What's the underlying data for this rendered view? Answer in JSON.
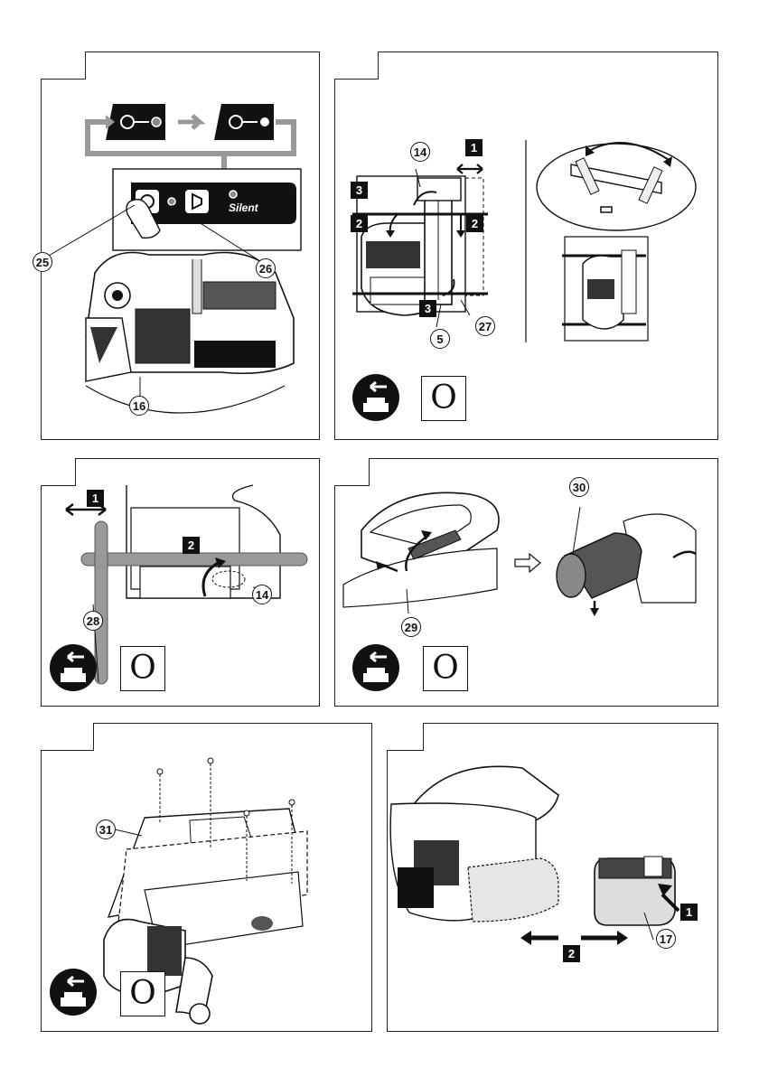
{
  "panels": [
    {
      "id": "light-switch",
      "callouts": [
        "25",
        "26",
        "16"
      ],
      "silent_label": "Silent"
    },
    {
      "id": "blade-adjust",
      "callouts": [
        "14",
        "27",
        "5"
      ],
      "steps": [
        "1",
        "2",
        "3",
        "2",
        "3"
      ],
      "battery_off": "O"
    },
    {
      "id": "guide-bar",
      "callouts": [
        "14",
        "28"
      ],
      "steps": [
        "1",
        "2"
      ],
      "battery_off": "O"
    },
    {
      "id": "dust-nozzle",
      "callouts": [
        "29",
        "30"
      ],
      "battery_off": "O"
    },
    {
      "id": "base-plate",
      "callouts": [
        "31"
      ],
      "battery_off": "O"
    },
    {
      "id": "battery",
      "callouts": [
        "17"
      ],
      "steps": [
        "1",
        "2"
      ]
    }
  ]
}
